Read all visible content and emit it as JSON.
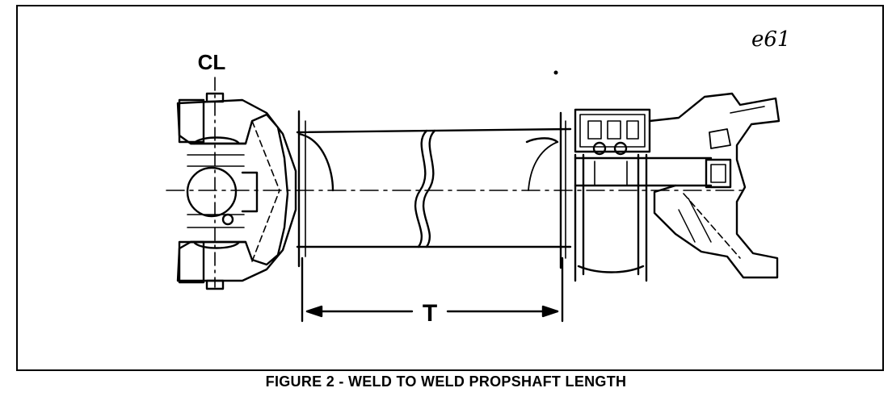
{
  "figure": {
    "caption": "FIGURE 2 - WELD TO WELD PROPSHAFT LENGTH",
    "handwritten_note": "e61",
    "centerline_label": "CL",
    "dimension_label": "T"
  },
  "colors": {
    "ink": "#000000",
    "paper": "#ffffff"
  }
}
